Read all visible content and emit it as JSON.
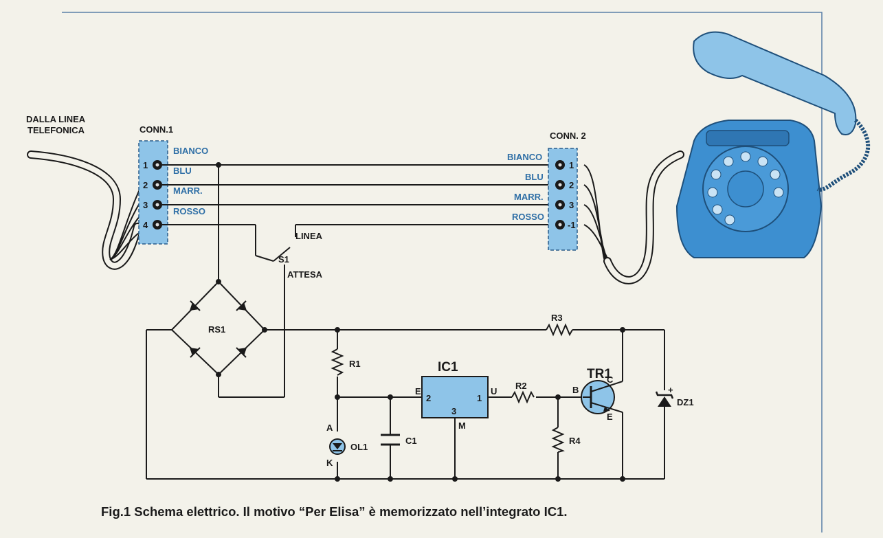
{
  "line_source": [
    "DALLA LINEA",
    "TELEFONICA"
  ],
  "conn1": {
    "name": "CONN.1",
    "pins": [
      "1",
      "2",
      "3",
      "4"
    ]
  },
  "conn2": {
    "name": "CONN. 2",
    "pins": [
      "1",
      "2",
      "3",
      "-1"
    ]
  },
  "wires": [
    "BIANCO",
    "BLU",
    "MARR.",
    "ROSSO"
  ],
  "switch": {
    "name": "S1",
    "positions": [
      "LINEA",
      "ATTESA"
    ]
  },
  "components": {
    "bridge": "RS1",
    "r1": "R1",
    "r2": "R2",
    "r3": "R3",
    "r4": "R4",
    "c1": "C1",
    "led": "OL1",
    "zener": "DZ1",
    "ic": "IC1",
    "transistor": "TR1"
  },
  "pin_labels": {
    "ic_in": "E",
    "ic_in_num": "2",
    "ic_out": "U",
    "ic_out_num": "1",
    "ic_gnd_num": "3",
    "ic_gnd": "M",
    "led_a": "A",
    "led_k": "K",
    "tr_b": "B",
    "tr_c": "C",
    "tr_e": "E",
    "zener_plus": "+"
  },
  "caption": "Fig.1 Schema elettrico. Il motivo “Per Elisa” è memorizzato nell’integrato IC1.",
  "colors": {
    "background": "#f3f2ea",
    "accent_blue": "#8ec4e8",
    "phone_blue": "#3d8fd0",
    "ink": "#1a1a1a"
  }
}
